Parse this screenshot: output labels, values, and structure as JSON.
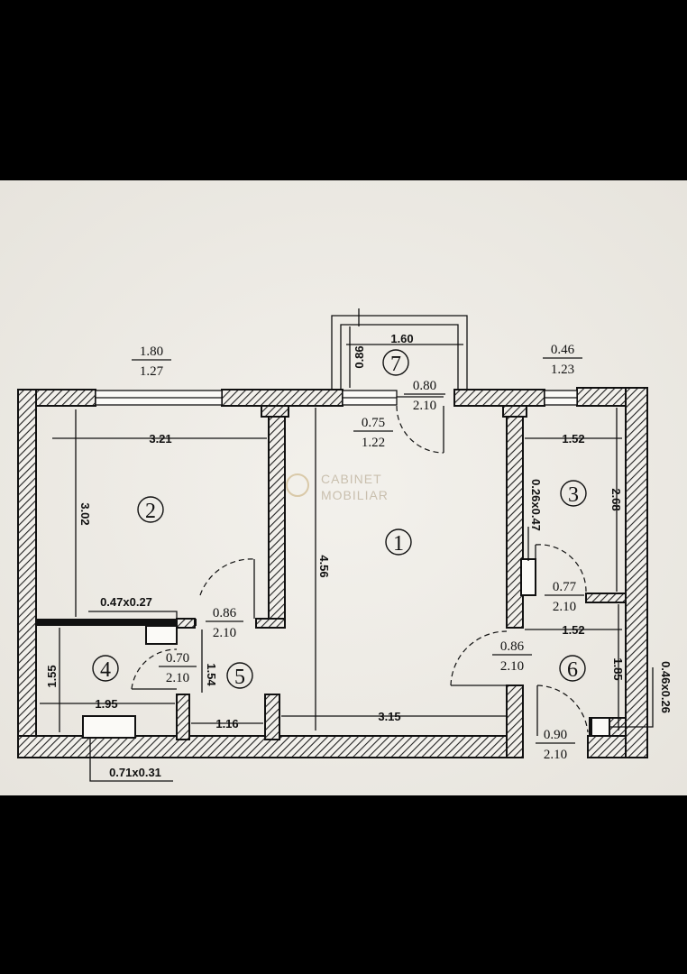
{
  "plan": {
    "rooms": [
      "1",
      "2",
      "3",
      "4",
      "5",
      "6",
      "7"
    ],
    "watermark": [
      "CABINET",
      "MOBILIAR"
    ],
    "window_labels": {
      "left": [
        "1.80",
        "1.27"
      ],
      "right": [
        "0.46",
        "1.23"
      ]
    },
    "door_labels": {
      "balcony": [
        "0.80",
        "2.10"
      ],
      "hall_window": [
        "0.75",
        "1.22"
      ],
      "room2": [
        "0.86",
        "2.10"
      ],
      "room3": [
        "0.77",
        "2.10"
      ],
      "room4": [
        "0.70",
        "2.10"
      ],
      "room6_inner": [
        "0.86",
        "2.10"
      ],
      "entrance": [
        "0.90",
        "2.10"
      ]
    },
    "dimensions": {
      "balcony_width": "1.60",
      "balcony_depth": "0.86",
      "room2_width": "3.21",
      "room2_depth": "3.02",
      "hall_length": "4.56",
      "hall_width": "3.15",
      "room3_width": "1.52",
      "room3_depth": "2.68",
      "room6_width": "1.52",
      "room6_depth": "1.85",
      "room4_width": "1.95",
      "room4_depth": "1.55",
      "room5_width": "1.16",
      "room5_depth": "1.54",
      "shaft_room2": "0.47x0.27",
      "shaft_room3": "0.26x0.47",
      "shaft_room4": "0.71x0.31",
      "shaft_room6": "0.46x0.26"
    }
  }
}
